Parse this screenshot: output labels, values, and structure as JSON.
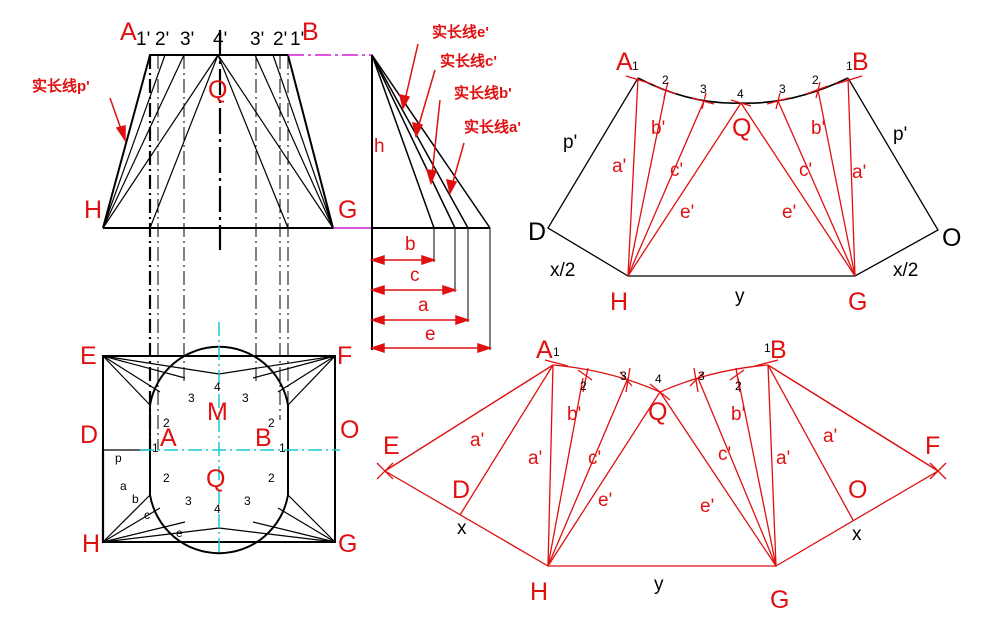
{
  "colors": {
    "line": "#000000",
    "red": "#e01010",
    "cyan": "#19c8d2",
    "magenta": "#d21ed2",
    "background": "#ffffff"
  },
  "front_view": {
    "A": "A",
    "B": "B",
    "H": "H",
    "G": "G",
    "Q": "Q",
    "h": "h",
    "top_ticks": [
      "1'",
      "2'",
      "3'",
      "4'",
      "3'",
      "2'",
      "1'"
    ]
  },
  "callouts": {
    "true_length_p": "实长线p'",
    "true_length_e": "实长线e'",
    "true_length_c": "实长线c'",
    "true_length_b": "实长线b'",
    "true_length_a": "实长线a'"
  },
  "dimensions": {
    "b": "b",
    "c": "c",
    "a": "a",
    "e": "e"
  },
  "plan_view": {
    "E": "E",
    "F": "F",
    "D": "D",
    "O": "O",
    "H": "H",
    "G": "G",
    "A": "A",
    "B": "B",
    "M": "M",
    "Q": "Q",
    "p": "p",
    "a": "a",
    "b": "b",
    "c": "c",
    "e": "e",
    "circle_pts": [
      "1",
      "2",
      "3",
      "4"
    ]
  },
  "half_development": {
    "A1": "A",
    "B1": "B",
    "Q": "Q",
    "D": "D",
    "O": "O",
    "H": "H",
    "G": "G",
    "p_left": "p'",
    "p_right": "p'",
    "a_left": "a'",
    "b_left": "b'",
    "c_left": "c'",
    "e_left": "e'",
    "a_right": "a'",
    "b_right": "b'",
    "c_right": "c'",
    "e_right": "e'",
    "x2_left": "x/2",
    "x2_right": "x/2",
    "y": "y",
    "pts": [
      "1",
      "2",
      "3",
      "4",
      "3",
      "2",
      "1"
    ]
  },
  "full_development": {
    "A1": "A",
    "B1": "B",
    "Q": "Q",
    "E": "E",
    "F": "F",
    "D": "D",
    "O": "O",
    "H": "H",
    "G": "G",
    "a_outer_left": "a'",
    "a_inner_left": "a'",
    "b_left": "b'",
    "c_left": "c'",
    "e_left": "e'",
    "a_outer_right": "a'",
    "a_inner_right": "a'",
    "b_right": "b'",
    "c_right": "c'",
    "e_right": "e'",
    "x_left": "x",
    "x_right": "x",
    "y": "y",
    "pts": [
      "1",
      "2",
      "3",
      "4",
      "3",
      "2",
      "1"
    ]
  }
}
